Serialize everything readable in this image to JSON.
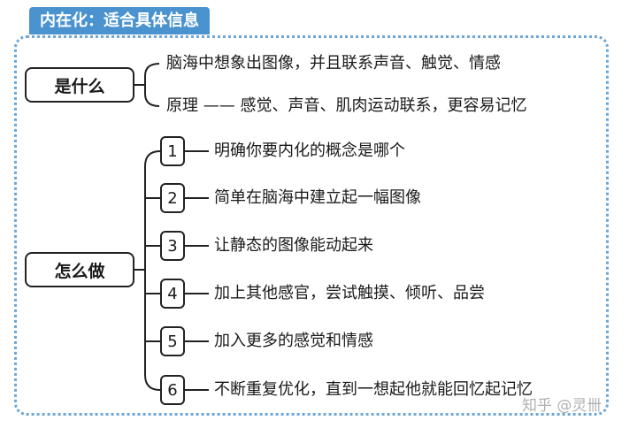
{
  "title": "内在化：适合具体信息",
  "what": {
    "label": "是什么",
    "items": [
      "脑海中想象出图像，并且联系声音、触觉、情感",
      "原理 —— 感觉、声音、肌肉运动联系，更容易记忆"
    ]
  },
  "how": {
    "label": "怎么做",
    "steps": [
      {
        "num": "1",
        "text": "明确你要内化的概念是哪个"
      },
      {
        "num": "2",
        "text": "简单在脑海中建立起一幅图像"
      },
      {
        "num": "3",
        "text": "让静态的图像能动起来"
      },
      {
        "num": "4",
        "text": "加上其他感官，尝试触摸、倾听、品尝"
      },
      {
        "num": "5",
        "text": "加入更多的感觉和情感"
      },
      {
        "num": "6",
        "text": "不断重复优化，直到一想起他就能回忆起记忆"
      }
    ]
  },
  "watermark": "知乎 @灵卌",
  "colors": {
    "frame": "#6aa7d8",
    "title_bg": "#4a93cf",
    "line": "#222222"
  }
}
